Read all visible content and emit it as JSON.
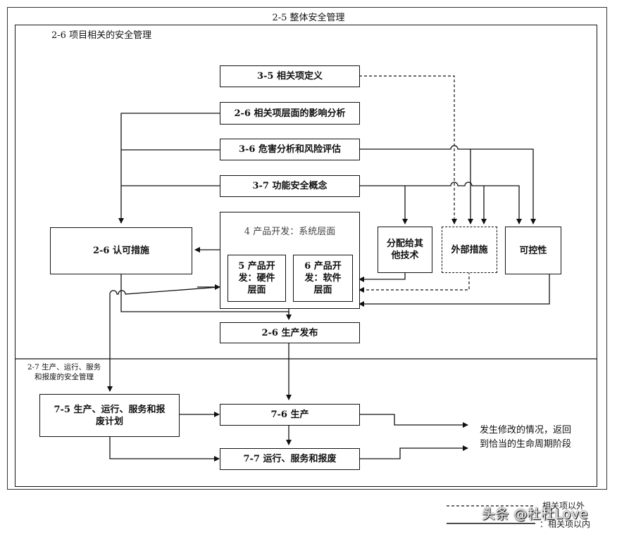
{
  "frames": {
    "outer_title": "2-5 整体安全管理",
    "inner_title": "2-6 项目相关的安全管理",
    "lower_title_line1": "2-7 生产、运行、服务",
    "lower_title_line2": "和报废的安全管理"
  },
  "boxes": {
    "item_definition": "3-5 相关项定义",
    "impact_analysis": "2-6 相关项层面的影响分析",
    "hazard_analysis": "3-6 危害分析和风险评估",
    "functional_concept": "3-7 功能安全概念",
    "confirmation": "2-6 认可措施",
    "product_dev_title": "4 产品开发：系统层面",
    "hardware_line1": "5 产品开",
    "hardware_line2": "发：硬件",
    "hardware_line3": "层面",
    "software_line1": "6 产品开",
    "software_line2": "发：软件",
    "software_line3": "层面",
    "other_tech_line1": "分配给其",
    "other_tech_line2": "他技术",
    "external_measures": "外部措施",
    "controllability": "可控性",
    "production_release": "2-6 生产发布",
    "planning_line1": "7-5 生产、运行、服务和报",
    "planning_line2": "废计划",
    "production": "7-6 生产",
    "operation": "7-7 运行、服务和报废"
  },
  "notes": {
    "modification_line1": "发生修改的情况，返回",
    "modification_line2": "到恰当的生命周期阶段"
  },
  "legend": {
    "outside_item": "相关项以外",
    "inside_item": "相关项以内"
  },
  "watermark": "头条 @杜杜Love"
}
